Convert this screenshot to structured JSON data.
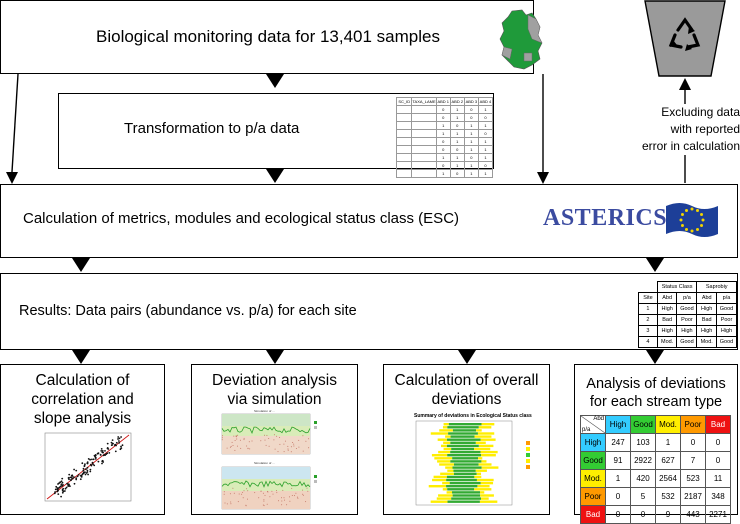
{
  "colors": {
    "germany_green": "#1f9a3a",
    "germany_grey": "#a0a0a0",
    "bin_grey": "#9a9a9a",
    "asterics_blue": "#3b4ba0",
    "eu_blue": "#1d3f98",
    "eu_star": "#f2d400",
    "high": "#33ccff",
    "good": "#33cc33",
    "mod": "#ffee00",
    "poor": "#ff9900",
    "bad": "#ee1111"
  },
  "boxes": {
    "monitoring": "Biological monitoring data for 13,401 samples",
    "transformation": "Transformation to p/a data",
    "calculation": "Calculation of metrics, modules and ecological status class (ESC)",
    "results": "Results: Data pairs  (abundance vs. p/a) for each site",
    "correlation": [
      "Calculation of",
      "correlation and",
      "slope analysis"
    ],
    "deviation": [
      "Deviation analysis",
      "via simulation"
    ],
    "overall": [
      "Calculation of overall",
      "deviations"
    ],
    "stream": [
      "Analysis of deviations",
      "for each stream type"
    ]
  },
  "excluding": [
    "Excluding data",
    "with reported",
    "error in calculation"
  ],
  "logo": "ASTERICS",
  "recycle_icon": "recycle-icon",
  "results_table": {
    "groups": [
      "Status Class",
      "Saprobiy"
    ],
    "header": [
      "Site",
      "Abd",
      "p/a",
      "Abd",
      "p/a"
    ],
    "rows": [
      [
        "1",
        "High",
        "Good",
        "High",
        "Good"
      ],
      [
        "2",
        "Bad",
        "Poor",
        "Bad",
        "Poor"
      ],
      [
        "3",
        "High",
        "High",
        "High",
        "High"
      ],
      [
        "4",
        "Mod.",
        "Good",
        "Mod.",
        "Good"
      ]
    ]
  },
  "mini_table": {
    "rows": [
      [
        "SC_ID",
        "TAXA_LAME",
        "ABD 1",
        "ABD 2",
        "ABD 3",
        "ABD 4"
      ],
      [
        "",
        "",
        "0",
        "1",
        "0",
        "1"
      ],
      [
        "",
        "",
        "0",
        "1",
        "0",
        "0"
      ],
      [
        "",
        "",
        "1",
        "0",
        "1",
        "1"
      ],
      [
        "",
        "",
        "1",
        "1",
        "1",
        "0"
      ],
      [
        "",
        "",
        "0",
        "1",
        "1",
        "1"
      ],
      [
        "",
        "",
        "0",
        "0",
        "1",
        "1"
      ],
      [
        "",
        "",
        "1",
        "1",
        "0",
        "1"
      ],
      [
        "",
        "",
        "0",
        "1",
        "1",
        "0"
      ],
      [
        "",
        "",
        "1",
        "0",
        "1",
        "1"
      ]
    ]
  },
  "deviation_table": {
    "corner_top": "Abd",
    "corner_bottom": "p/a",
    "classes": [
      "High",
      "Good",
      "Mod.",
      "Poor",
      "Bad"
    ],
    "values": [
      [
        247,
        103,
        1,
        0,
        0
      ],
      [
        91,
        2922,
        627,
        7,
        0
      ],
      [
        1,
        420,
        2564,
        523,
        11
      ],
      [
        0,
        5,
        532,
        2187,
        348
      ],
      [
        0,
        0,
        9,
        443,
        2271
      ]
    ]
  },
  "overall_chart_title": "Summary of deviations in Ecological Status class",
  "sim_chart_titles": [
    "Simulation of ...",
    "Simulation of ..."
  ]
}
